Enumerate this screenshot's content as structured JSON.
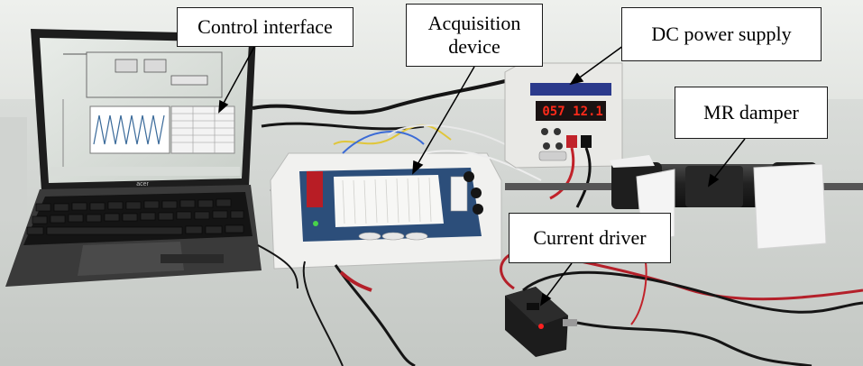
{
  "labels": {
    "control_interface": "Control interface",
    "acquisition_device": "Acquisition device",
    "dc_power_supply": "DC power supply",
    "mr_damper": "MR damper",
    "current_driver": "Current driver"
  },
  "devices": {
    "laptop_brand": "acer",
    "power_supply_display": {
      "left": "057",
      "right": "12.1"
    }
  },
  "colors": {
    "table": "#cfd2cf",
    "wall": "#e7e9e6",
    "callout_border": "#1a1a1a",
    "readout_red": "#ff2a1a",
    "breadboard_blue": "#2c4e7a",
    "damper_body": "#2a2a2a",
    "foam": "#f4f4f4",
    "cable_red": "#b4202a"
  }
}
